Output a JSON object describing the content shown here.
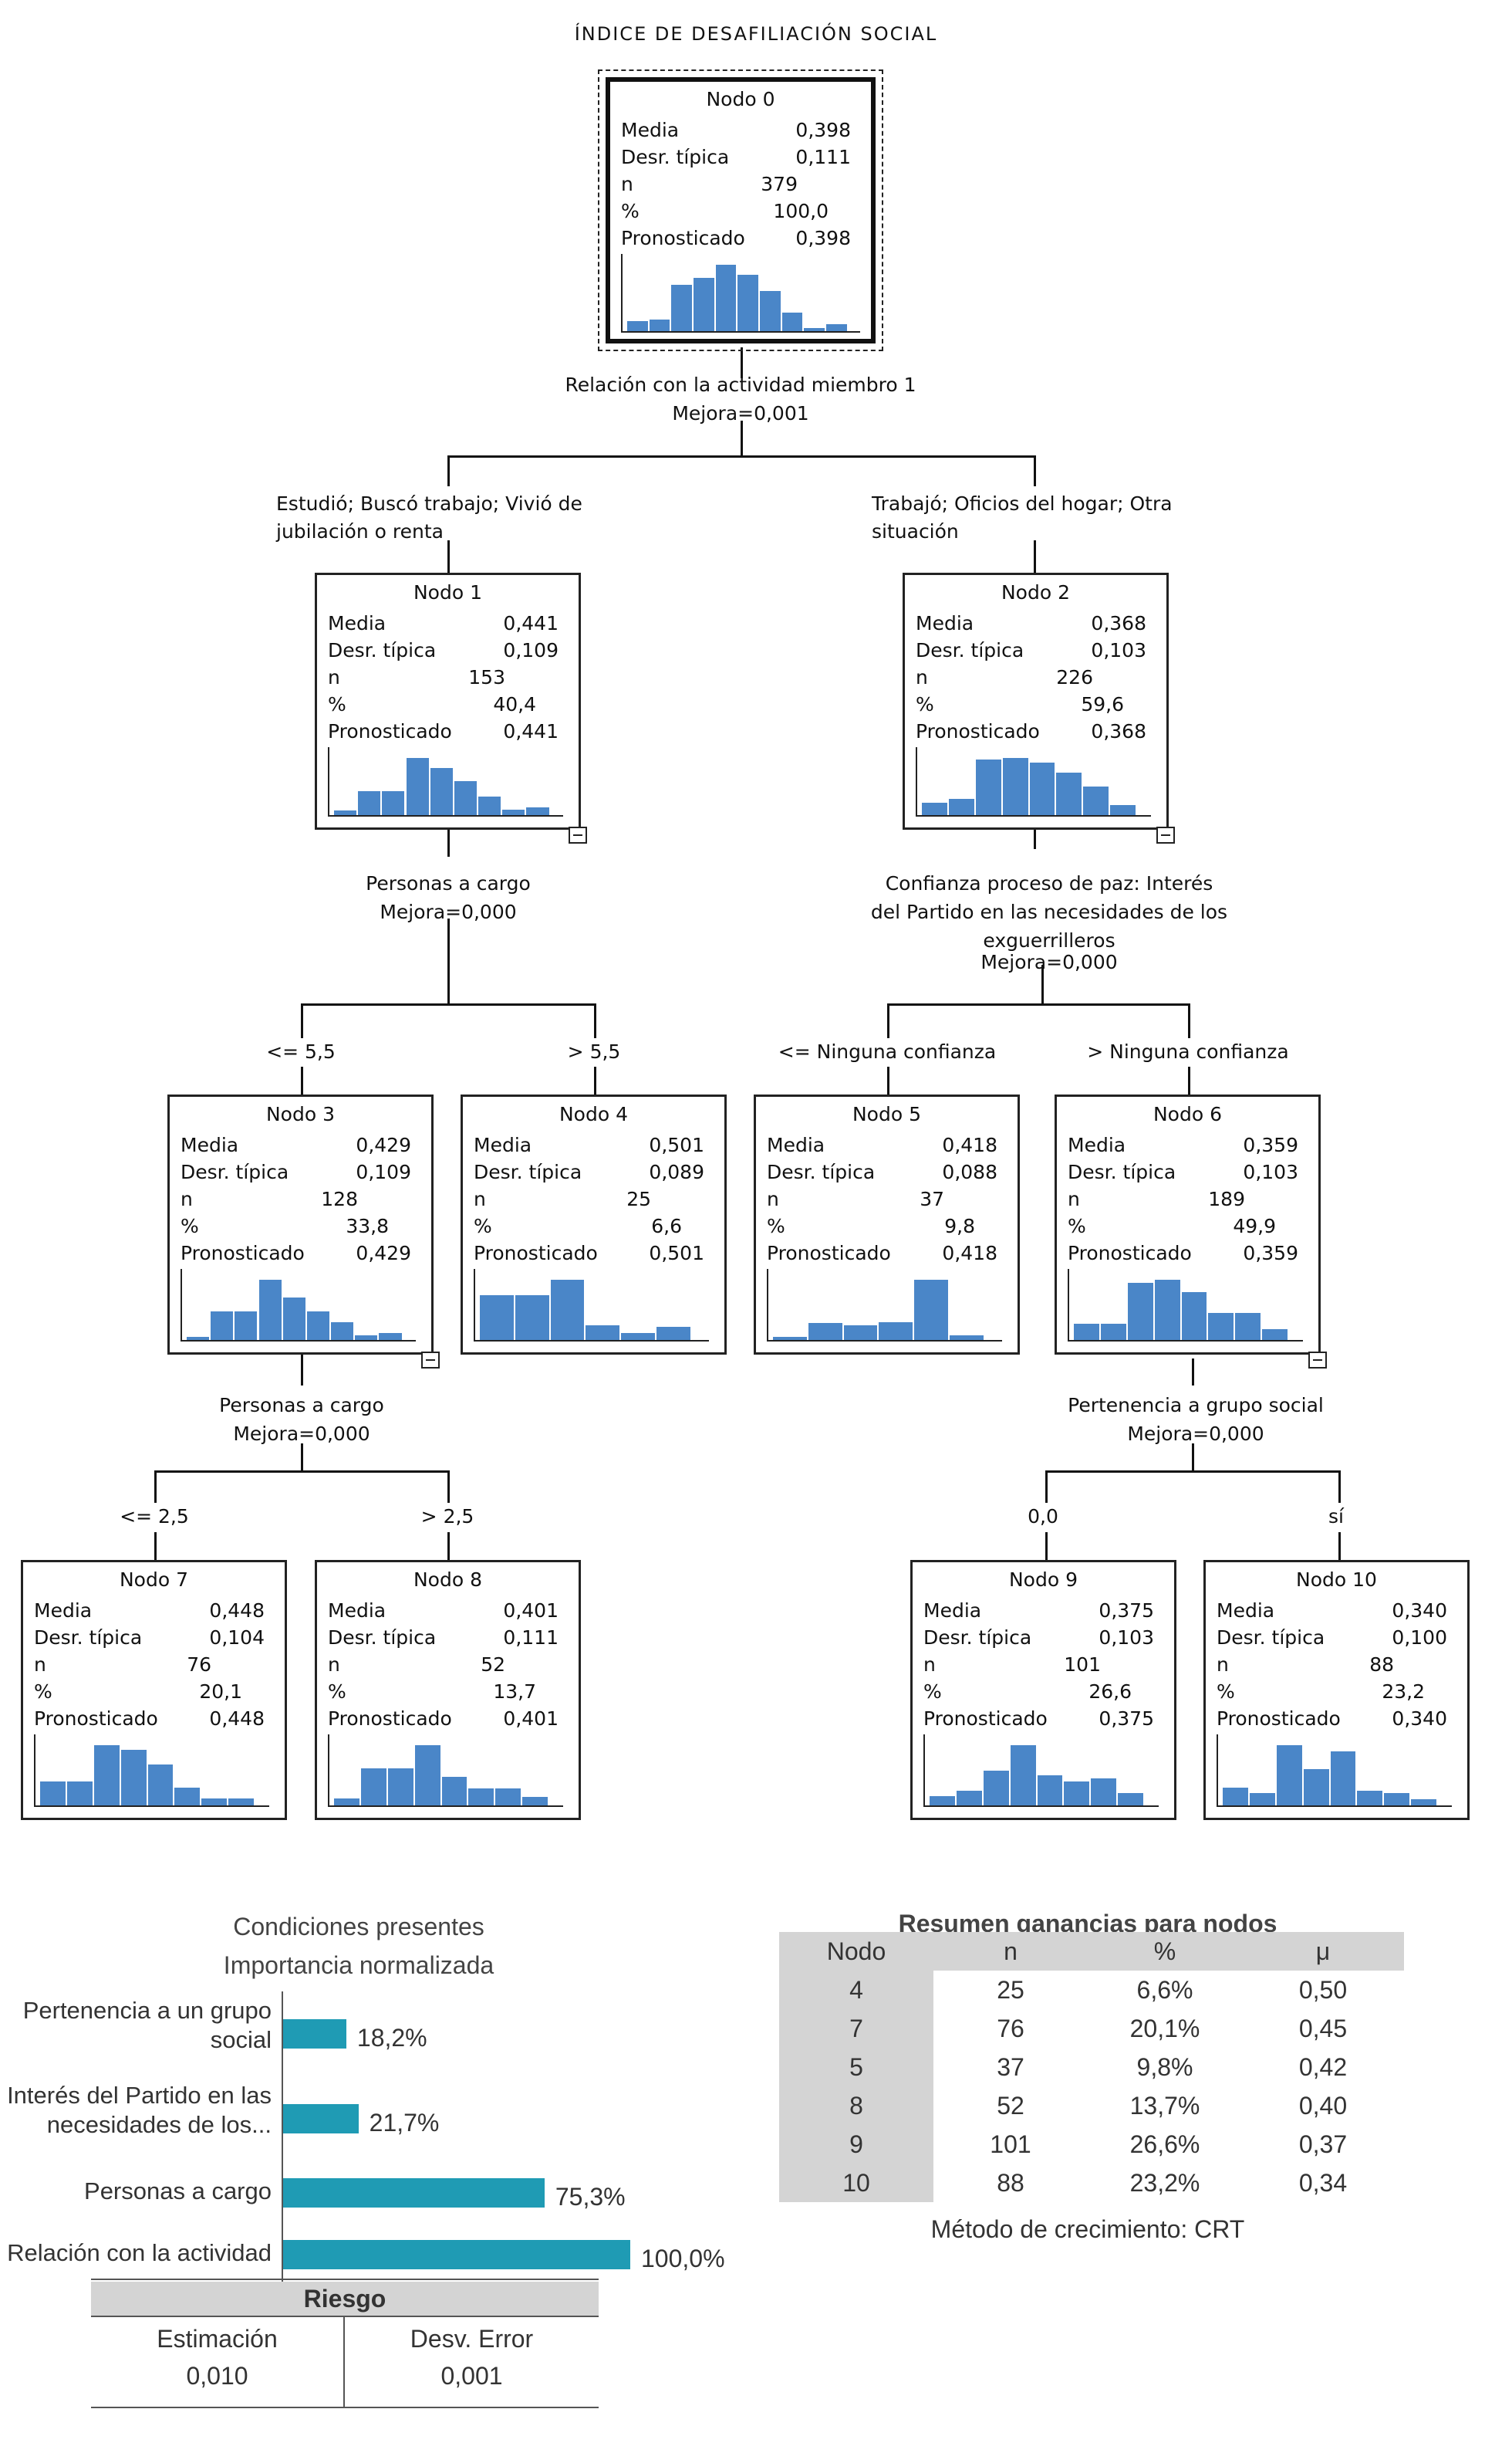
{
  "tree": {
    "title": "ÍNDICE DE DESAFILIACIÓN SOCIAL",
    "stat_labels": {
      "mean": "Media",
      "std": "Desr. típica",
      "n": "n",
      "pct": "%",
      "pred": "Pronosticado"
    },
    "nodes": [
      {
        "id": "0",
        "title": "Nodo 0",
        "mean": "0,398",
        "std": "0,111",
        "n": "379",
        "pct": "100,0",
        "pred": "0,398",
        "hist": [
          0.15,
          0.18,
          0.7,
          0.8,
          1.0,
          0.85,
          0.6,
          0.28,
          0.05,
          0.1
        ]
      },
      {
        "id": "1",
        "title": "Nodo 1",
        "mean": "0,441",
        "std": "0,109",
        "n": "153",
        "pct": "40,4",
        "pred": "0,441",
        "hist": [
          0.08,
          0.42,
          0.42,
          1.0,
          0.82,
          0.6,
          0.32,
          0.1,
          0.14
        ]
      },
      {
        "id": "2",
        "title": "Nodo 2",
        "mean": "0,368",
        "std": "0,103",
        "n": "226",
        "pct": "59,6",
        "pred": "0,368",
        "hist": [
          0.22,
          0.28,
          0.97,
          1.0,
          0.92,
          0.74,
          0.5,
          0.18
        ]
      },
      {
        "id": "3",
        "title": "Nodo 3",
        "mean": "0,429",
        "std": "0,109",
        "n": "128",
        "pct": "33,8",
        "pred": "0,429",
        "hist": [
          0.05,
          0.48,
          0.48,
          1.0,
          0.7,
          0.48,
          0.3,
          0.08,
          0.12
        ]
      },
      {
        "id": "4",
        "title": "Nodo 4",
        "mean": "0,501",
        "std": "0,089",
        "n": "25",
        "pct": "6,6",
        "pred": "0,501",
        "hist": [
          0.75,
          0.75,
          1.0,
          0.25,
          0.12,
          0.22
        ]
      },
      {
        "id": "5",
        "title": "Nodo 5",
        "mean": "0,418",
        "std": "0,088",
        "n": "37",
        "pct": "9,8",
        "pred": "0,418",
        "hist": [
          0.05,
          0.28,
          0.25,
          0.3,
          1.0,
          0.08
        ]
      },
      {
        "id": "6",
        "title": "Nodo 6",
        "mean": "0,359",
        "std": "0,103",
        "n": "189",
        "pct": "49,9",
        "pred": "0,359",
        "hist": [
          0.27,
          0.27,
          0.95,
          1.0,
          0.8,
          0.45,
          0.45,
          0.18
        ]
      },
      {
        "id": "7",
        "title": "Nodo 7",
        "mean": "0,448",
        "std": "0,104",
        "n": "76",
        "pct": "20,1",
        "pred": "0,448",
        "hist": [
          0.4,
          0.4,
          1.0,
          0.92,
          0.68,
          0.3,
          0.12,
          0.12
        ]
      },
      {
        "id": "8",
        "title": "Nodo 8",
        "mean": "0,401",
        "std": "0,111",
        "n": "52",
        "pct": "13,7",
        "pred": "0,401",
        "hist": [
          0.12,
          0.62,
          0.62,
          1.0,
          0.48,
          0.28,
          0.28,
          0.14
        ]
      },
      {
        "id": "9",
        "title": "Nodo 9",
        "mean": "0,375",
        "std": "0,103",
        "n": "101",
        "pct": "26,6",
        "pred": "0,375",
        "hist": [
          0.15,
          0.24,
          0.58,
          1.0,
          0.5,
          0.4,
          0.45,
          0.2
        ]
      },
      {
        "id": "10",
        "title": "Nodo 10",
        "mean": "0,340",
        "std": "0,100",
        "n": "88",
        "pct": "23,2",
        "pred": "0,340",
        "hist": [
          0.3,
          0.2,
          1.0,
          0.6,
          0.9,
          0.25,
          0.2,
          0.1
        ]
      }
    ],
    "splits": {
      "root": {
        "var": "Relación con la actividad miembro 1",
        "gain": "Mejora=0,001"
      },
      "n1": {
        "var": "Personas a cargo",
        "gain": "Mejora=0,000"
      },
      "n2": {
        "var1": "Confianza proceso de paz: Interés",
        "var2": "del Partido en las necesidades de los",
        "var3": "exguerrilleros",
        "gain": "Mejora=0,000"
      },
      "n3": {
        "var": "Personas a cargo",
        "gain": "Mejora=0,000"
      },
      "n6": {
        "var": "Pertenencia a grupo social",
        "gain": "Mejora=0,000"
      }
    },
    "branches": {
      "b1a": "Estudió; Buscó trabajo; Vivió de",
      "b1b": "jubilación o renta",
      "b2a": "Trabajó; Oficios del hogar; Otra",
      "b2b": "situación",
      "b3": "<= 5,5",
      "b4": "> 5,5",
      "b5": "<= Ninguna confianza",
      "b6": "> Ninguna confianza",
      "b7": "<= 2,5",
      "b8": "> 2,5",
      "b9": "0,0",
      "b10": "sí"
    }
  },
  "importance": {
    "title1": "Condiciones presentes",
    "title2": "Importancia normalizada",
    "items": [
      {
        "label1": "Pertenencia a un grupo",
        "label2": "social",
        "value": 18.2,
        "display": "18,2%"
      },
      {
        "label1": "Interés del Partido en las",
        "label2": "necesidades de los...",
        "value": 21.7,
        "display": "21,7%"
      },
      {
        "label1": "Personas a cargo",
        "label2": "",
        "value": 75.3,
        "display": "75,3%"
      },
      {
        "label1": "Relación con la actividad",
        "label2": "",
        "value": 100.0,
        "display": "100,0%"
      }
    ],
    "color": "#1f9bb4"
  },
  "gains": {
    "title": "Resumen ganancias para nodos",
    "headers": [
      "Nodo",
      "n",
      "%",
      "μ"
    ],
    "rows": [
      [
        "4",
        "25",
        "6,6%",
        "0,50"
      ],
      [
        "7",
        "76",
        "20,1%",
        "0,45"
      ],
      [
        "5",
        "37",
        "9,8%",
        "0,42"
      ],
      [
        "8",
        "52",
        "13,7%",
        "0,40"
      ],
      [
        "9",
        "101",
        "26,6%",
        "0,37"
      ],
      [
        "10",
        "88",
        "23,2%",
        "0,34"
      ]
    ],
    "method": "Método de crecimiento: CRT"
  },
  "risk": {
    "title": "Riesgo",
    "col1": "Estimación",
    "col2": "Desv. Error",
    "val1": "0,010",
    "val2": "0,001"
  }
}
